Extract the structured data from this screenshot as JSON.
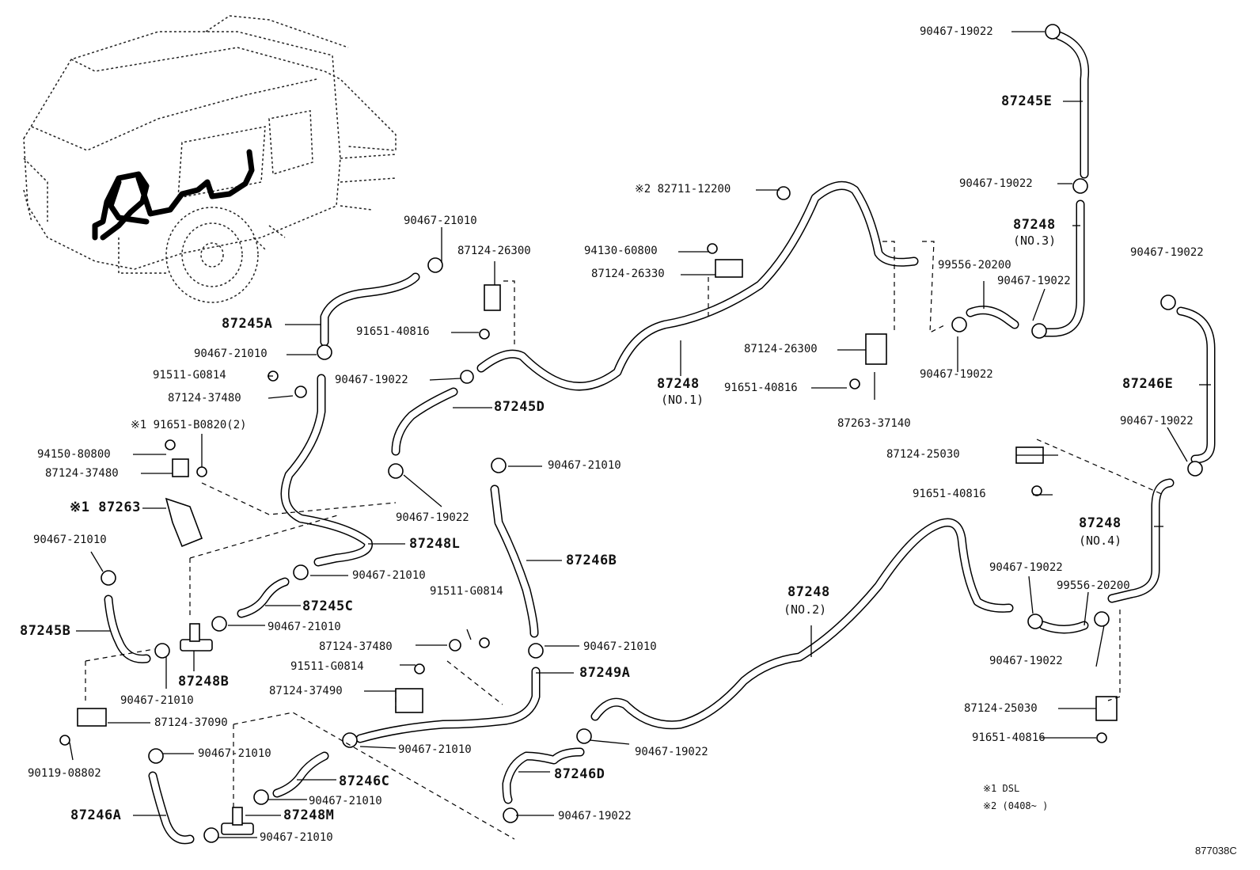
{
  "diagram_id": "877038C",
  "notes": [
    {
      "mark": "※1",
      "text": "DSL"
    },
    {
      "mark": "※2",
      "text": "(0408~    )"
    }
  ],
  "labels": {
    "l_90467_19022_a": "90467-19022",
    "l_87245E": "87245E",
    "l_90467_19022_b": "90467-19022",
    "l_87248": "87248",
    "l_no3": "(NO.3)",
    "l_90467_19022_c": "90467-19022",
    "l_82711": "※2 82711-12200",
    "l_90467_21010_a": "90467-21010",
    "l_87124_26300_a": "87124-26300",
    "l_94130": "94130-60800",
    "l_87124_26330": "87124-26330",
    "l_99556_a": "99556-20200",
    "l_90467_19022_d": "90467-19022",
    "l_87245A": "87245A",
    "l_91651_40816_a": "91651-40816",
    "l_90467_21010_b": "90467-21010",
    "l_87124_26300_b": "87124-26300",
    "l_87248_no1": "87248",
    "l_no1": "(NO.1)",
    "l_91511_a": "91511-G0814",
    "l_90467_19022_e": "90467-19022",
    "l_90467_19022_f": "90467-19022",
    "l_87246E": "87246E",
    "l_87124_37480_a": "87124-37480",
    "l_91651_40816_b": "91651-40816",
    "l_87245D": "87245D",
    "l_87263_37140": "87263-37140",
    "l_91651_B0820": "※1 91651-B0820(2)",
    "l_90467_19022_g": "90467-19022",
    "l_94150": "94150-80800",
    "l_90467_21010_c": "90467-21010",
    "l_87124_25030_a": "87124-25030",
    "l_87124_37480_b": "87124-37480",
    "l_91651_40816_c": "91651-40816",
    "l_87263": "※1 87263",
    "l_90467_19022_h": "90467-19022",
    "l_87248_no4": "87248",
    "l_no4": "(NO.4)",
    "l_90467_21010_d": "90467-21010",
    "l_87248L": "87248L",
    "l_87246B": "87246B",
    "l_90467_21010_e": "90467-21010",
    "l_90467_19022_i": "90467-19022",
    "l_87248_no2": "87248",
    "l_no2": "(NO.2)",
    "l_99556_b": "99556-20200",
    "l_87245C": "87245C",
    "l_91511_b": "91511-G0814",
    "l_90467_21010_f": "90467-21010",
    "l_87245B": "87245B",
    "l_87124_37480_c": "87124-37480",
    "l_90467_21010_g": "90467-21010",
    "l_90467_19022_j": "90467-19022",
    "l_91511_c": "91511-G0814",
    "l_87248B": "87248B",
    "l_87249A": "87249A",
    "l_87124_37490": "87124-37490",
    "l_90467_21010_h": "90467-21010",
    "l_87124_25030_b": "87124-25030",
    "l_87124_37090": "87124-37090",
    "l_91651_40816_d": "91651-40816",
    "l_90467_19022_k": "90467-19022",
    "l_90467_21010_i": "90467-21010",
    "l_90467_21010_j": "90467-21010",
    "l_90119": "90119-08802",
    "l_87246D": "87246D",
    "l_87246C": "87246C",
    "l_90467_21010_k": "90467-21010",
    "l_87246A": "87246A",
    "l_87248M": "87248M",
    "l_90467_19022_l": "90467-19022",
    "l_90467_21010_l": "90467-21010"
  }
}
